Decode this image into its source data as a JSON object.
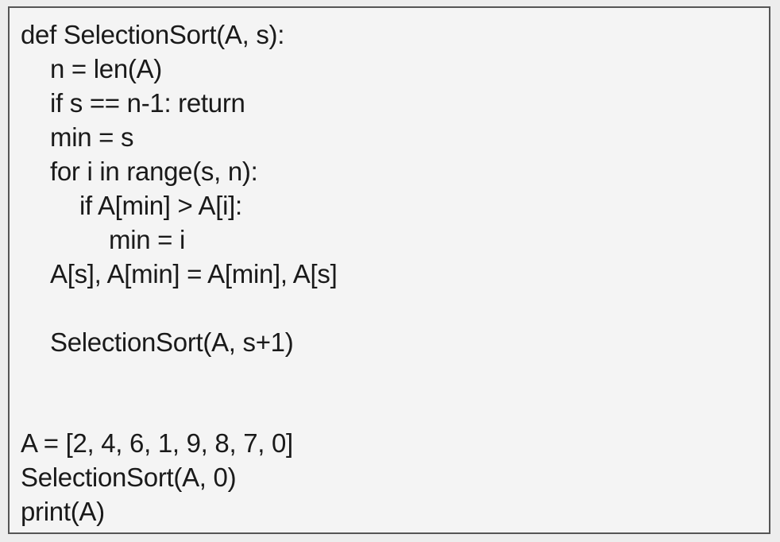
{
  "code": {
    "lines": [
      {
        "indent": 0,
        "text": "def SelectionSort(A, s):"
      },
      {
        "indent": 1,
        "text": "n = len(A)"
      },
      {
        "indent": 1,
        "text": "if s == n-1: return"
      },
      {
        "indent": 1,
        "text": "min = s"
      },
      {
        "indent": 1,
        "text": "for i in range(s, n):"
      },
      {
        "indent": 2,
        "text": "if A[min] > A[i]:"
      },
      {
        "indent": 3,
        "text": "min = i"
      },
      {
        "indent": 1,
        "text": "A[s], A[min] = A[min], A[s]"
      },
      {
        "indent": 0,
        "text": ""
      },
      {
        "indent": 1,
        "text": "SelectionSort(A, s+1)"
      },
      {
        "indent": 0,
        "text": ""
      },
      {
        "indent": 0,
        "text": ""
      },
      {
        "indent": 0,
        "text": "A = [2, 4, 6, 1, 9, 8, 7, 0]"
      },
      {
        "indent": 0,
        "text": "SelectionSort(A, 0)"
      },
      {
        "indent": 0,
        "text": "print(A)"
      }
    ]
  }
}
